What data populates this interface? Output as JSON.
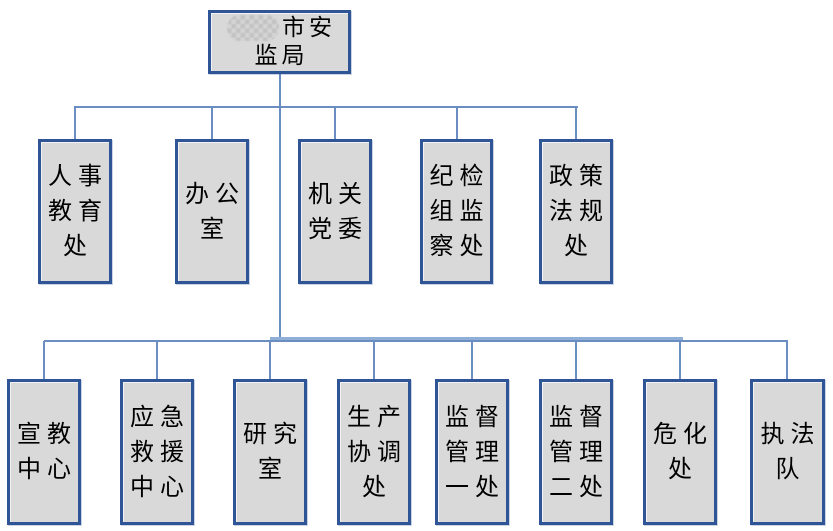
{
  "diagram": {
    "type": "org-chart",
    "root": {
      "redacted_city_prefix": true,
      "line1": "市安",
      "line2": "监局",
      "visible_text": "市安监局"
    },
    "level2": [
      {
        "label": "人事\n教育\n处",
        "name": "人事教育处"
      },
      {
        "label": "办公\n室",
        "name": "办公室"
      },
      {
        "label": "机关\n党委",
        "name": "机关党委"
      },
      {
        "label": "纪检\n组监\n察处",
        "name": "纪检组监察处"
      },
      {
        "label": "政策\n法规\n处",
        "name": "政策法规处"
      }
    ],
    "level3": [
      {
        "label": "宣教\n中心",
        "name": "宣教中心"
      },
      {
        "label": "应急\n救援\n中心",
        "name": "应急救援中心"
      },
      {
        "label": "研究\n室",
        "name": "研究室"
      },
      {
        "label": "生产\n协调\n处",
        "name": "生产协调处"
      },
      {
        "label": "监督\n管理\n一处",
        "name": "监督管理一处"
      },
      {
        "label": "监督\n管理\n二处",
        "name": "监督管理二处"
      },
      {
        "label": "危化\n处",
        "name": "危化处"
      },
      {
        "label": "执法\n队",
        "name": "执法队"
      }
    ],
    "colors": {
      "box_border": "#2F5597",
      "box_fill": "#D9D9D9",
      "connector": "#6A8EC2",
      "connector_thick": "#8FAFD6",
      "text": "#000000",
      "background": "#FFFFFF"
    }
  }
}
